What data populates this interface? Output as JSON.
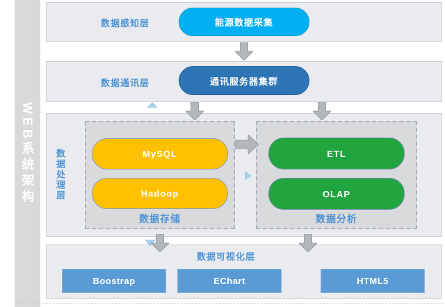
{
  "title": "WEB系统架构",
  "layers": {
    "perception": {
      "label": "数据感知层",
      "node": "能源数据采集"
    },
    "communication": {
      "label": "数据通讯层",
      "node": "通讯服务器集群"
    },
    "processing": {
      "label": "数据处理层",
      "storage": {
        "label": "数据存储",
        "nodes": [
          "MySQL",
          "Hadoop"
        ]
      },
      "analysis": {
        "label": "数据分析",
        "nodes": [
          "ETL",
          "OLAP"
        ]
      }
    },
    "visualization": {
      "label": "数据可视化层",
      "nodes": [
        "Boostrap",
        "EChart",
        "HTML5"
      ]
    }
  },
  "colors": {
    "sensor_node": "#00B0F0",
    "comm_node": "#2E75B6",
    "storage_node": "#FFC000",
    "analysis_node": "#21A63F",
    "viz_node": "#5B9BD5",
    "label_text": "#4E94D4",
    "band_fill": "#E9EBEF",
    "group_fill": "#D9DADC",
    "sidebar_fill": "#D9D9D9",
    "arrow": "#B3B6BA",
    "accent_triangle": "#A5D0EA"
  }
}
